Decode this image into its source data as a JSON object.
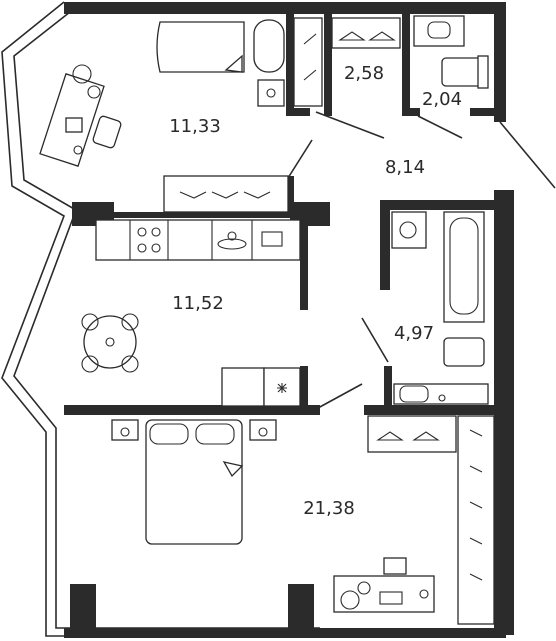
{
  "plan": {
    "rooms": [
      {
        "id": "bedroom_small",
        "area": "11,33"
      },
      {
        "id": "wardrobe",
        "area": "2,58"
      },
      {
        "id": "toilet",
        "area": "2,04"
      },
      {
        "id": "hall",
        "area": "8,14"
      },
      {
        "id": "kitchen",
        "area": "11,52"
      },
      {
        "id": "bathroom",
        "area": "4,97"
      },
      {
        "id": "bedroom_large",
        "area": "21,38"
      }
    ],
    "colors": {
      "wall": "#2b2b2b",
      "background": "#ffffff"
    }
  }
}
